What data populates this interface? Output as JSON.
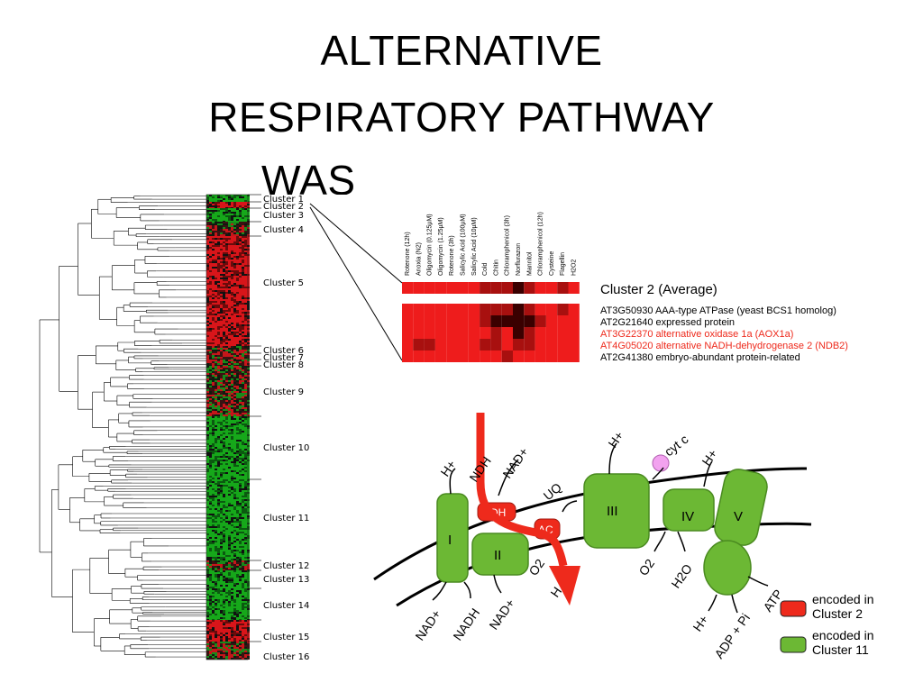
{
  "title": {
    "line1": "ALTERNATIVE",
    "line2": "RESPIRATORY PATHWAY",
    "line3": "WAS"
  },
  "clusters": [
    {
      "label": "Cluster 1",
      "color": "green"
    },
    {
      "label": "Cluster 2",
      "color": "red"
    },
    {
      "label": "Cluster 3",
      "color": "green"
    },
    {
      "label": "Cluster 4",
      "color": "mixed"
    },
    {
      "label": "Cluster 5",
      "color": "red"
    },
    {
      "label": "Cluster 6",
      "color": "mixed"
    },
    {
      "label": "Cluster 7",
      "color": "mixed"
    },
    {
      "label": "Cluster 8",
      "color": "mixed"
    },
    {
      "label": "Cluster 9",
      "color": "mixed"
    },
    {
      "label": "Cluster 10",
      "color": "green"
    },
    {
      "label": "Cluster 11",
      "color": "green"
    },
    {
      "label": "Cluster 12",
      "color": "mixed"
    },
    {
      "label": "Cluster 13",
      "color": "green"
    },
    {
      "label": "Cluster 14",
      "color": "green"
    },
    {
      "label": "Cluster 15",
      "color": "red"
    },
    {
      "label": "Cluster 16",
      "color": "mixed"
    }
  ],
  "conditions": [
    "Rotenone (12h)",
    "Anoxia (N2)",
    "Oligomycin (0.125µM)",
    "Oligomycin (1.25µM)",
    "Rotenone (3h)",
    "Salicylic Acid (100µM)",
    "Salicylic Acid (10µM)",
    "Cold",
    "Chitin",
    "Chloramphenicol (3h)",
    "Norflurazon",
    "Mannitol",
    "Chloramphenicol (12h)",
    "Cysteine",
    "Flagellin",
    "H2O2"
  ],
  "cluster2_average_label": "Cluster 2 (Average)",
  "genes": [
    {
      "id": "AT3G50930",
      "desc": "AAA-type ATPase (yeast BCS1 homolog)",
      "highlight": false
    },
    {
      "id": "AT2G21640",
      "desc": "expressed protein",
      "highlight": false
    },
    {
      "id": "AT3G22370",
      "desc": "alternative oxidase 1a (AOX1a)",
      "highlight": true
    },
    {
      "id": "AT4G05020",
      "desc": "alternative NADH-dehydrogenase 2 (NDB2)",
      "highlight": true
    },
    {
      "id": "AT2G41380",
      "desc": "embryo-abundant protein-related",
      "highlight": false
    }
  ],
  "heatmap_rows": [
    [
      2,
      2,
      2,
      2,
      2,
      2,
      2,
      1,
      1,
      1,
      0,
      1,
      2,
      2,
      1,
      2
    ],
    [
      2,
      2,
      2,
      2,
      2,
      2,
      2,
      1,
      0,
      0,
      0,
      0,
      1,
      2,
      2,
      2
    ],
    [
      2,
      2,
      2,
      2,
      2,
      2,
      2,
      2,
      1,
      2,
      0,
      1,
      2,
      2,
      2,
      2
    ],
    [
      2,
      1,
      1,
      2,
      2,
      2,
      2,
      1,
      1,
      2,
      1,
      1,
      2,
      2,
      2,
      2
    ],
    [
      2,
      2,
      2,
      2,
      2,
      2,
      2,
      2,
      2,
      1,
      2,
      2,
      2,
      2,
      2,
      2
    ]
  ],
  "diagram": {
    "complexes": [
      "I",
      "II",
      "III",
      "IV",
      "V"
    ],
    "dh_label": "DH",
    "ac_label": "AC",
    "top_labels": {
      "h1": "H+",
      "ndh": "NDH",
      "nadplus": "NAD+",
      "uq": "UQ",
      "h3": "H+",
      "cytc": "cyt c",
      "h5": "H+"
    },
    "bottom_labels": {
      "nadplus": "NAD+",
      "nadh": "NADH",
      "nadplus2": "NAD+",
      "o2a": "O2",
      "h": "H",
      "o2b": "O2",
      "h2o": "H2O",
      "hplus": "H+",
      "adp": "ADP + Pi",
      "atp": "ATP"
    }
  },
  "legend": [
    {
      "text": "encoded in Cluster 2",
      "color": "#ee2a1c"
    },
    {
      "text": "encoded in Cluster 11",
      "color": "#6cb834"
    }
  ],
  "colors": {
    "red": "#ee2a1c",
    "green": "#6cb834",
    "black": "#000000"
  }
}
